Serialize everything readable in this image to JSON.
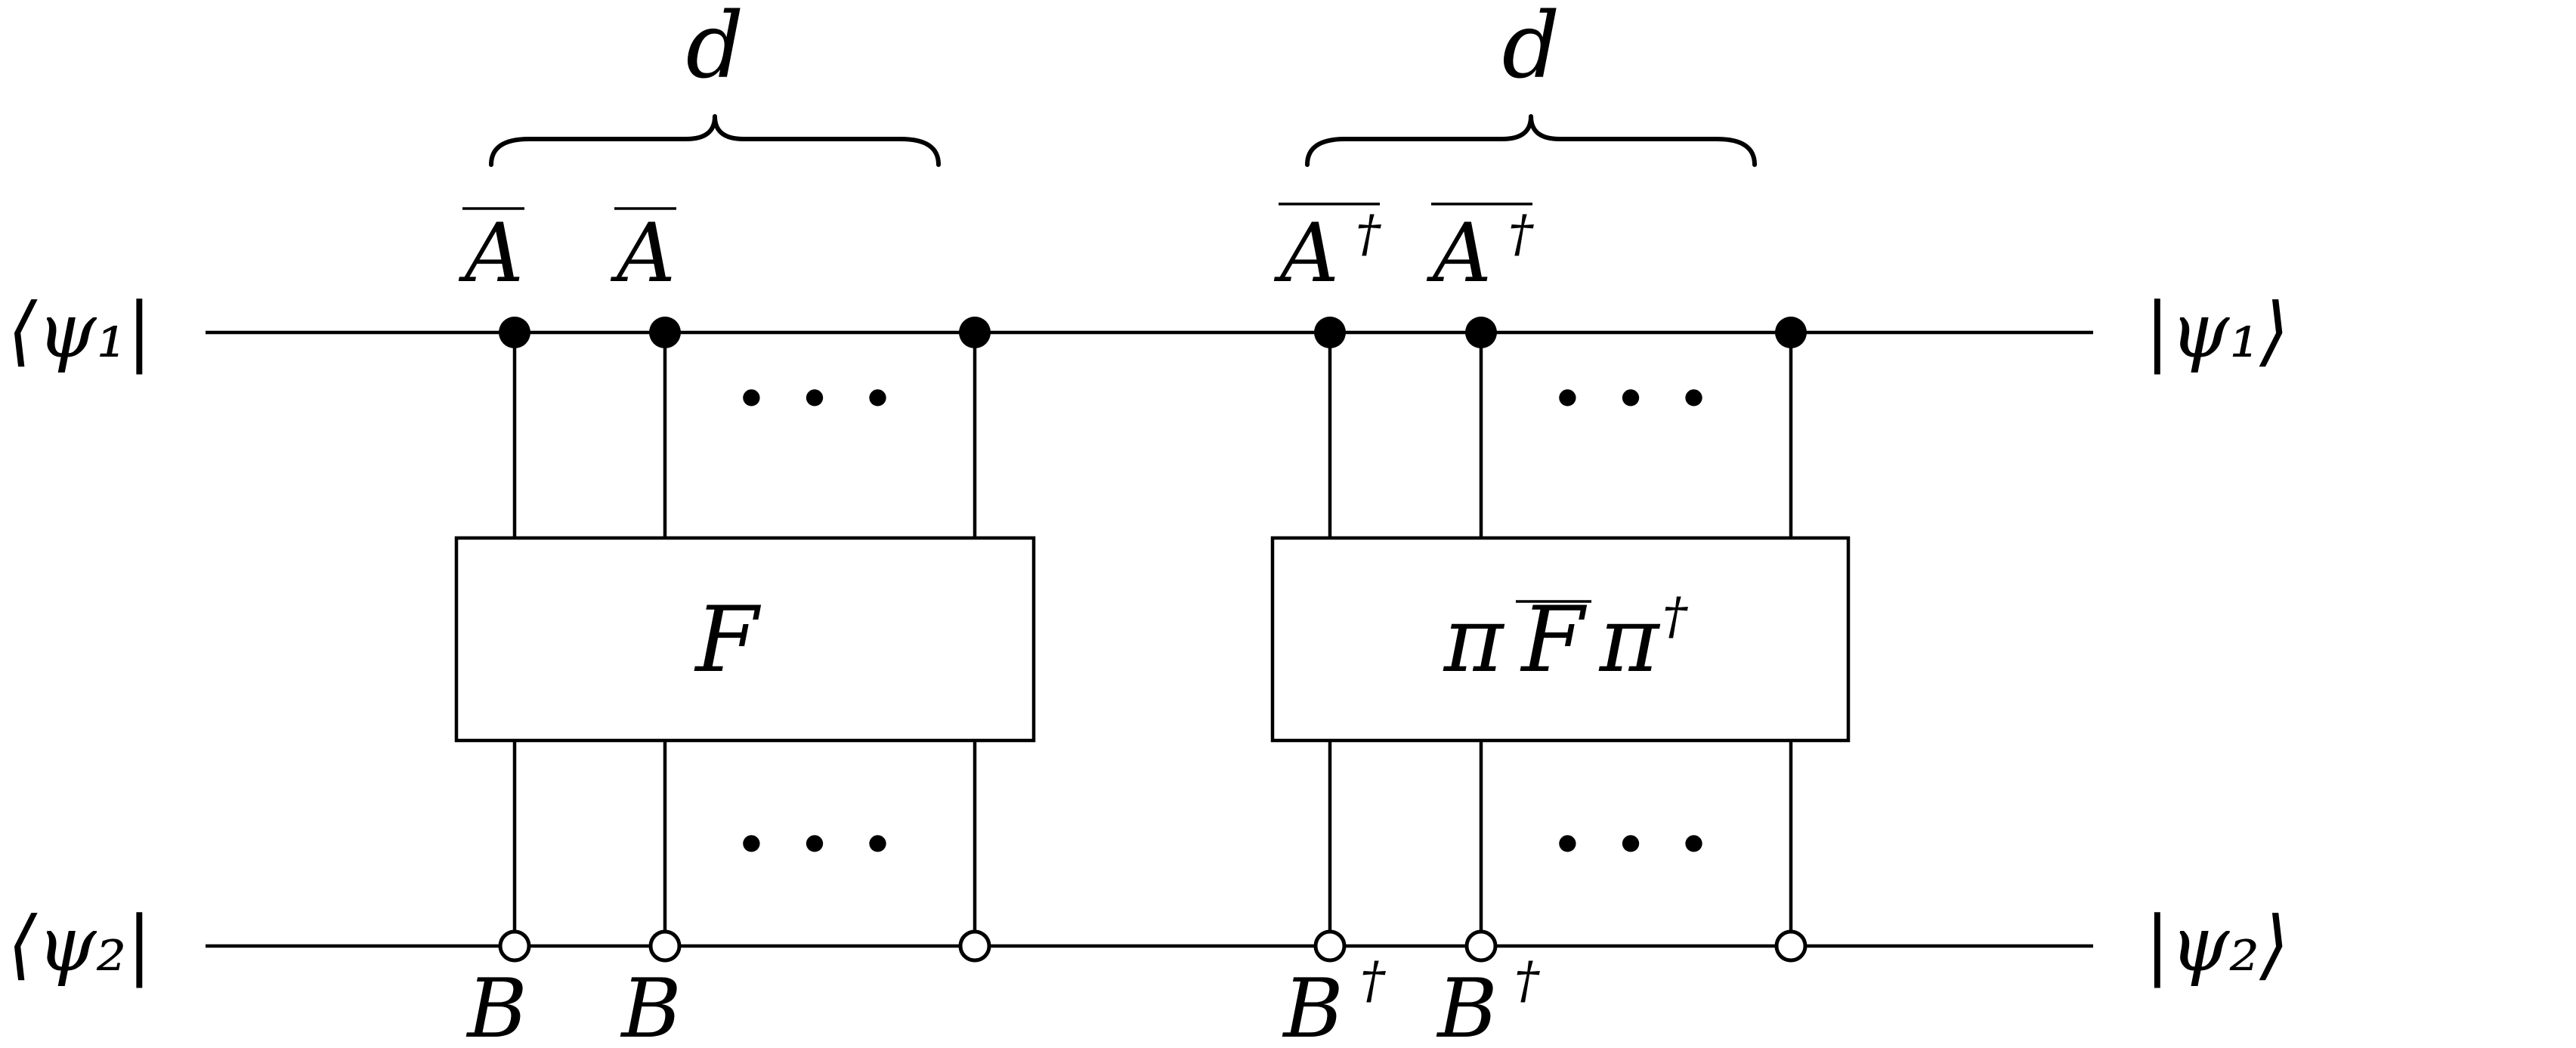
{
  "states": {
    "bra_top": "⟨ψ₁|",
    "bra_bottom": "⟨ψ₂|",
    "ket_top": "|ψ₁⟩",
    "ket_bottom": "|ψ₂⟩"
  },
  "left_block": {
    "brace_label": "d",
    "box_label": "F",
    "top_labels": [
      "A",
      "A"
    ],
    "bottom_labels": [
      "B",
      "B"
    ],
    "ellipsis_top": "· · ·",
    "ellipsis_bottom": "· · ·"
  },
  "right_block": {
    "brace_label": "d",
    "box_label_pi1": "π",
    "box_label_F": "F",
    "box_label_pi2": "π",
    "box_label_dagger": "†",
    "top_labels": [
      "A",
      "A"
    ],
    "top_label_sup": "†",
    "bottom_labels": [
      "B",
      "B"
    ],
    "bottom_label_sup": "†",
    "ellipsis_top": "· · ·",
    "ellipsis_bottom": "· · ·"
  }
}
